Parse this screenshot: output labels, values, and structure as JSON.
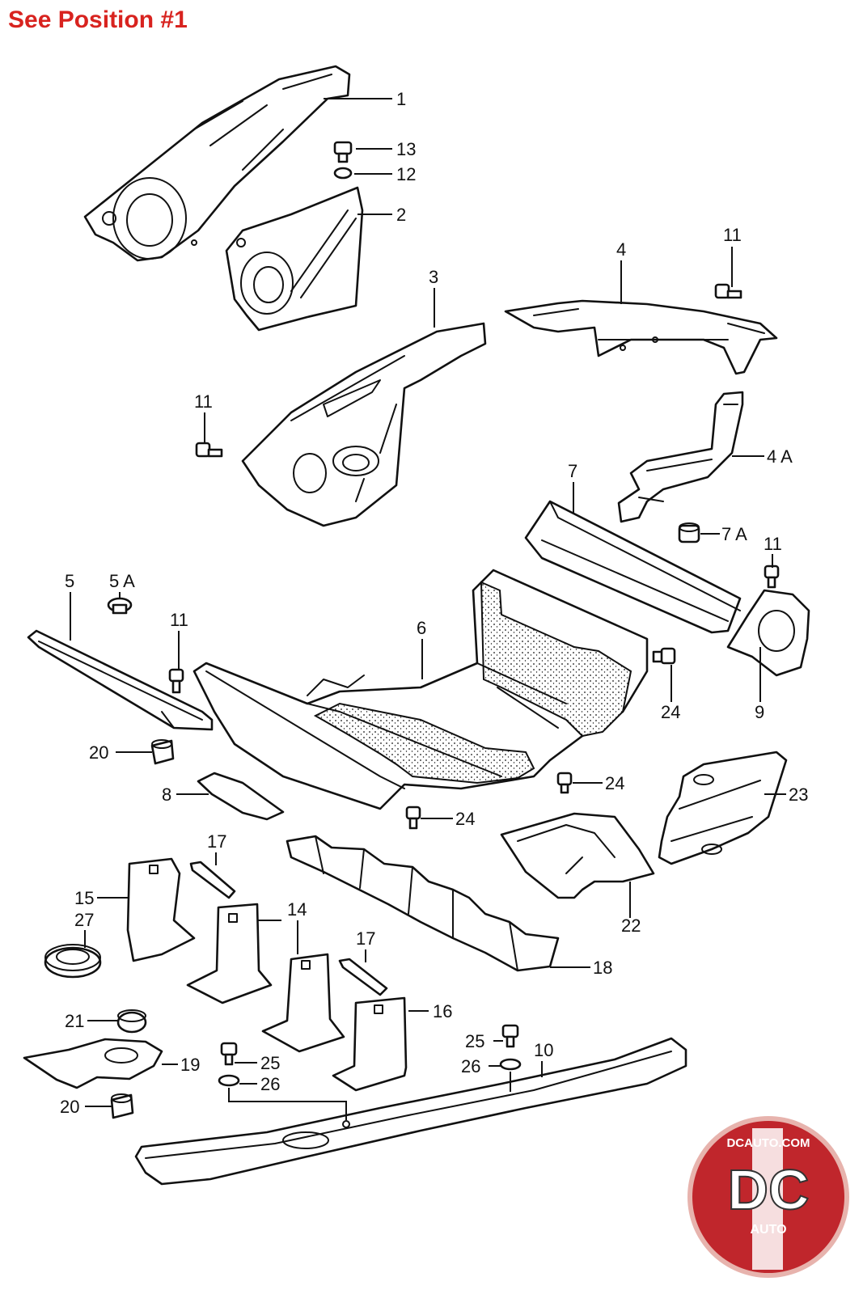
{
  "header": {
    "title": "See Position #1"
  },
  "callouts": [
    {
      "id": "c1",
      "label": "1"
    },
    {
      "id": "c13",
      "label": "13"
    },
    {
      "id": "c12",
      "label": "12"
    },
    {
      "id": "c2",
      "label": "2"
    },
    {
      "id": "c4",
      "label": "4"
    },
    {
      "id": "c11a",
      "label": "11"
    },
    {
      "id": "c3",
      "label": "3"
    },
    {
      "id": "c11b",
      "label": "11"
    },
    {
      "id": "c4a",
      "label": "4 A"
    },
    {
      "id": "c7",
      "label": "7"
    },
    {
      "id": "c7a",
      "label": "7 A"
    },
    {
      "id": "c11c",
      "label": "11"
    },
    {
      "id": "c5",
      "label": "5"
    },
    {
      "id": "c5a",
      "label": "5 A"
    },
    {
      "id": "c11d",
      "label": "11"
    },
    {
      "id": "c6",
      "label": "6"
    },
    {
      "id": "c24a",
      "label": "24"
    },
    {
      "id": "c9",
      "label": "9"
    },
    {
      "id": "c20a",
      "label": "20"
    },
    {
      "id": "c24b",
      "label": "24"
    },
    {
      "id": "c23",
      "label": "23"
    },
    {
      "id": "c8",
      "label": "8"
    },
    {
      "id": "c24c",
      "label": "24"
    },
    {
      "id": "c17a",
      "label": "17"
    },
    {
      "id": "c22",
      "label": "22"
    },
    {
      "id": "c15",
      "label": "15"
    },
    {
      "id": "c14",
      "label": "14"
    },
    {
      "id": "c27",
      "label": "27"
    },
    {
      "id": "c17b",
      "label": "17"
    },
    {
      "id": "c18",
      "label": "18"
    },
    {
      "id": "c16",
      "label": "16"
    },
    {
      "id": "c21",
      "label": "21"
    },
    {
      "id": "c25a",
      "label": "25"
    },
    {
      "id": "c10",
      "label": "10"
    },
    {
      "id": "c26a",
      "label": "26"
    },
    {
      "id": "c19",
      "label": "19"
    },
    {
      "id": "c25b",
      "label": "25"
    },
    {
      "id": "c26b",
      "label": "26"
    },
    {
      "id": "c20b",
      "label": "20"
    }
  ],
  "logo": {
    "top_text": "DCAUTO.COM",
    "mark": "DC",
    "bottom_text": "AUTO",
    "color": "#c0262c"
  },
  "colors": {
    "title": "#d8231f",
    "line": "#111111"
  }
}
